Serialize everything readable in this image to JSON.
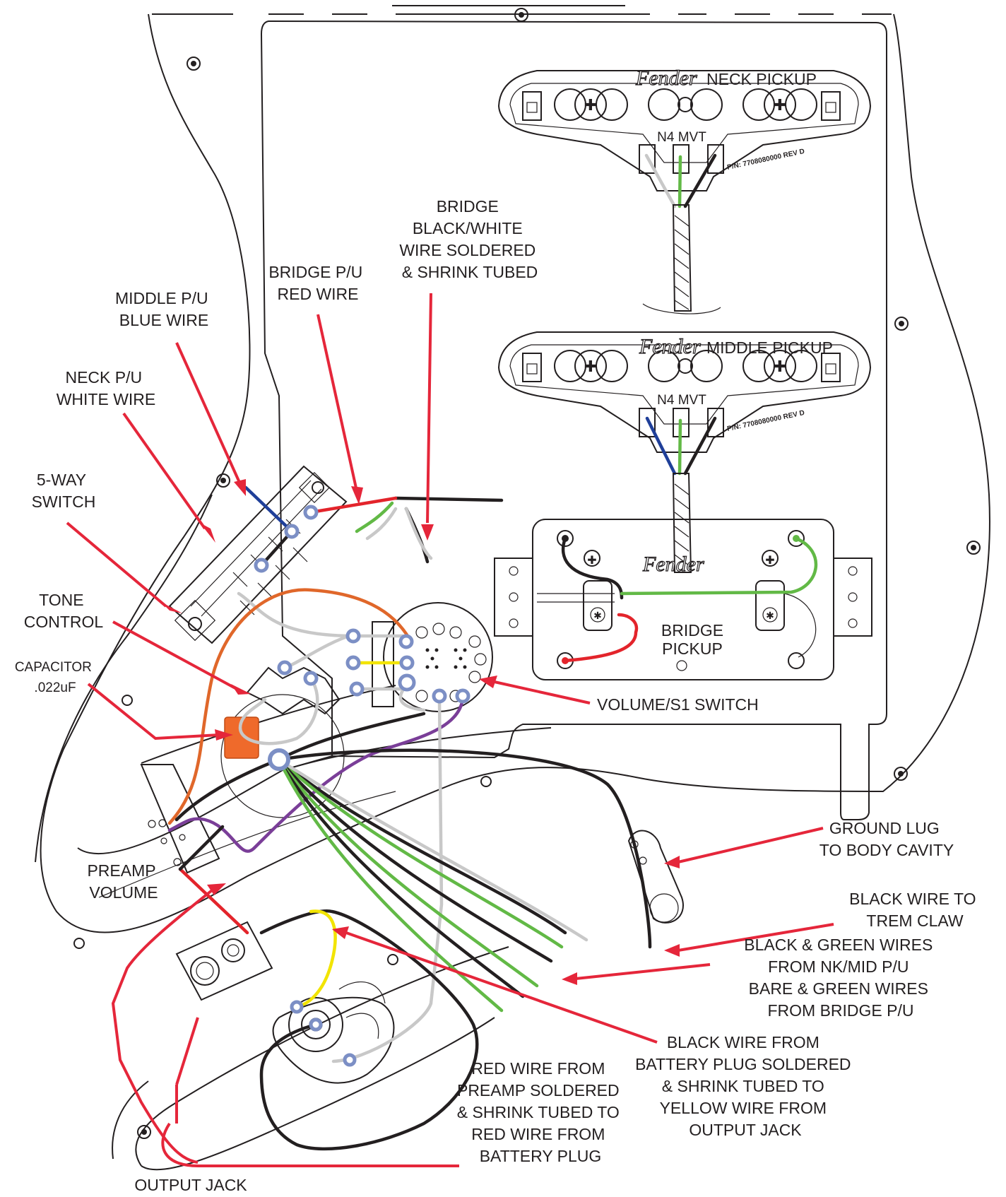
{
  "labels": {
    "neck_pickup": "NECK PICKUP",
    "middle_pickup": "MIDDLE PICKUP",
    "bridge_pickup": [
      "BRIDGE",
      "PICKUP"
    ],
    "pickup_model": "N4 MVT",
    "part_number": "P/N: 7708080000 REV D",
    "brand": "Fender",
    "bridge_bw": [
      "BRIDGE",
      "BLACK/WHITE",
      "WIRE SOLDERED",
      "& SHRINK TUBED"
    ],
    "bridge_red": [
      "BRIDGE P/U",
      "RED WIRE"
    ],
    "middle_blue": [
      "MIDDLE P/U",
      "BLUE WIRE"
    ],
    "neck_white": [
      "NECK P/U",
      "WHITE WIRE"
    ],
    "five_way": [
      "5-WAY",
      "SWITCH"
    ],
    "tone": [
      "TONE",
      "CONTROL"
    ],
    "capacitor": [
      "CAPACITOR",
      ".022uF"
    ],
    "volume_s1": "VOLUME/S1 SWITCH",
    "preamp_volume": [
      "PREAMP",
      "VOLUME"
    ],
    "ground_lug": [
      "GROUND LUG",
      "TO BODY CAVITY"
    ],
    "trem_claw": [
      "BLACK WIRE TO",
      "TREM CLAW"
    ],
    "pickup_wires": [
      "BLACK & GREEN WIRES",
      "FROM NK/MID P/U",
      "BARE & GREEN WIRES",
      "FROM BRIDGE P/U"
    ],
    "battery_black": [
      "BLACK WIRE FROM",
      "BATTERY PLUG SOLDERED",
      "& SHRINK TUBED TO",
      "YELLOW WIRE FROM",
      "OUTPUT JACK"
    ],
    "preamp_red": [
      "RED WIRE FROM",
      "PREAMP SOLDERED",
      "& SHRINK TUBED TO",
      "RED WIRE FROM",
      "BATTERY PLUG"
    ],
    "output_jack": "OUTPUT JACK"
  },
  "colors": {
    "arrow": "#e5263a",
    "black": "#231f20",
    "green": "#62b946",
    "blue": "#1f3f99",
    "red": "#e3242b",
    "white": "#c8c8c8",
    "orange": "#e0672a",
    "purple": "#7a3e98",
    "yellow": "#f2e400",
    "capacitor": "#ef6a2b",
    "solder_ring": "#7c8fc5"
  }
}
